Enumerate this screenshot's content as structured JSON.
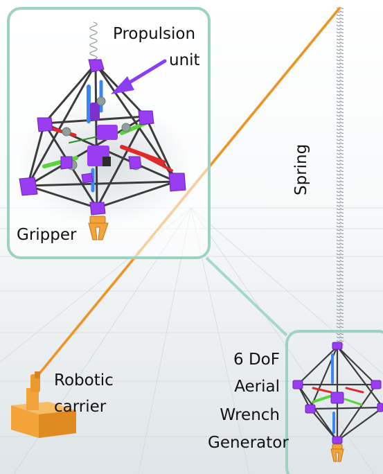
{
  "labels": {
    "propulsion_line1": "Propulsion",
    "propulsion_line2": "unit",
    "gripper": "Gripper",
    "spring": "Spring",
    "robotic_line1": "Robotic",
    "robotic_line2": "carrier",
    "awg_line1": "6 DoF",
    "awg_line2": "Aerial",
    "awg_line3": "Wrench",
    "awg_line4": "Generator"
  },
  "colors": {
    "frame_accent": "#9cd3c0",
    "node_purple": "#9a3df2",
    "carrier_orange": "#f2a33a",
    "spring_gray": "#9aa0a6",
    "rod_dark": "#3b3b3b",
    "prop_red": "#e02a2a",
    "prop_green": "#59d33a",
    "prop_blue": "#3a86f2",
    "arrow_purple": "#8a3df2"
  }
}
